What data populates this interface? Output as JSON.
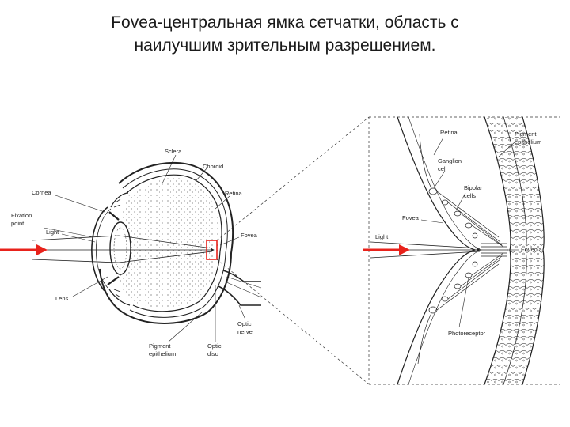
{
  "title": {
    "line1": "Fovea-центральная ямка сетчатки, область с",
    "line2": "наилучшим зрительным разрешением."
  },
  "eye_labels": {
    "sclera": "Sclera",
    "choroid": "Choroid",
    "cornea": "Cornea",
    "retina": "Retina",
    "fixation_line1": "Fixation",
    "fixation_line2": "point",
    "light": "Light",
    "fovea": "Fovea",
    "lens": "Lens",
    "pigment_line1": "Pigment",
    "pigment_line2": "epithelium",
    "optic_disc_line1": "Optic",
    "optic_disc_line2": "disc",
    "optic_nerve_line1": "Optic",
    "optic_nerve_line2": "nerve"
  },
  "detail_labels": {
    "retina": "Retina",
    "pigment_line1": "Pigment",
    "pigment_line2": "epithelium",
    "ganglion_line1": "Ganglion",
    "ganglion_line2": "cell",
    "bipolar_line1": "Bipolar",
    "bipolar_line2": "cells",
    "fovea": "Fovea",
    "light": "Light",
    "foveola": "Foveola",
    "photoreceptor": "Photoreceptor"
  },
  "colors": {
    "arrow": "#e8221b",
    "highlight_box": "#e8221b",
    "line": "#222222"
  }
}
